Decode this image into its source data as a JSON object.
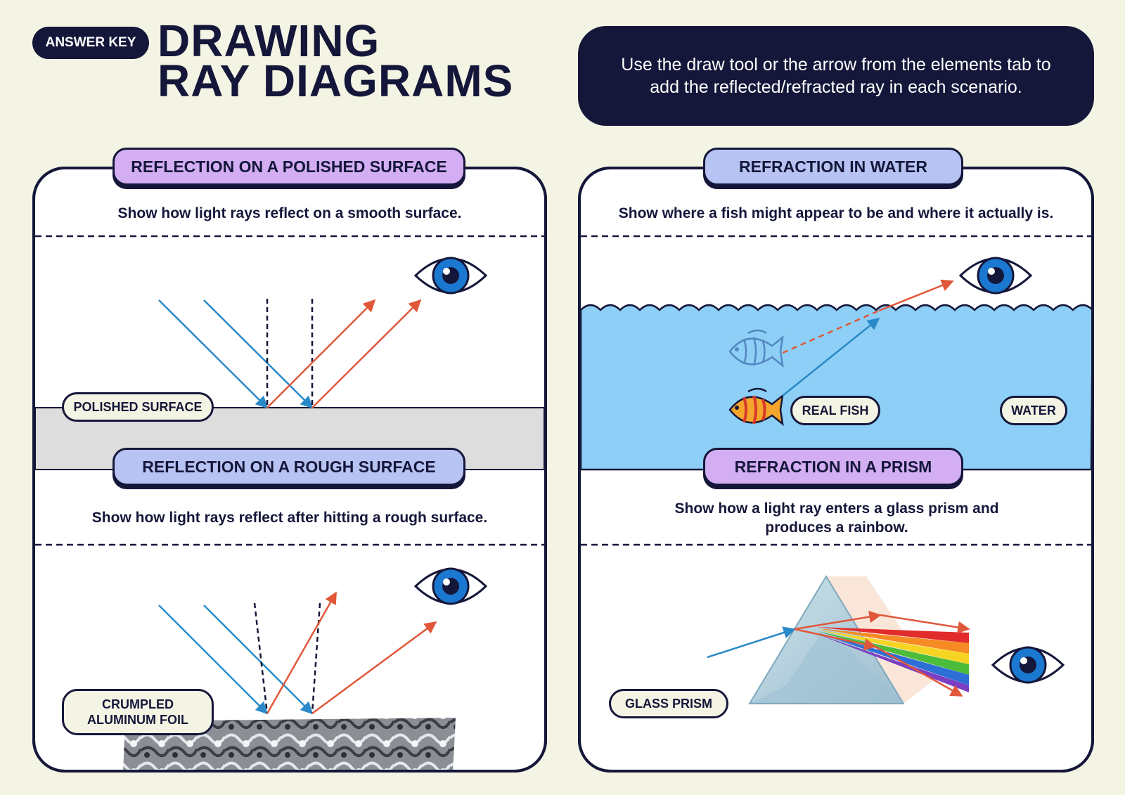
{
  "header": {
    "badge": "ANSWER KEY",
    "title_line1": "DRAWING",
    "title_line2": "RAY DIAGRAMS",
    "instructions": "Use the draw tool or the arrow from the elements tab to add the reflected/refracted ray in each scenario."
  },
  "panels": {
    "polished": {
      "title": "REFLECTION ON A POLISHED SURFACE",
      "description": "Show how light rays reflect on a smooth surface.",
      "label": "POLISHED SURFACE"
    },
    "rough": {
      "title": "REFLECTION ON A ROUGH SURFACE",
      "description": "Show how light rays reflect after hitting a rough surface.",
      "label": "CRUMPLED ALUMINUM FOIL"
    },
    "water": {
      "title": "REFRACTION IN WATER",
      "description": "Show where a fish might appear to be and where it actually is.",
      "label_real": "REAL FISH",
      "label_water": "WATER"
    },
    "prism": {
      "title": "REFRACTION IN A PRISM",
      "description": "Show how a light ray enters a glass prism and produces a rainbow.",
      "label": "GLASS PRISM"
    }
  },
  "colors": {
    "navy": "#15173a",
    "background": "#f4f4e4",
    "incident_ray": "#2a8ac8",
    "reflected_ray": "#e0573a",
    "water": "#8dcff6",
    "surface": "#dddddd",
    "tab_purple": "#d3aef2",
    "tab_blue": "#b7c3f2",
    "eye_iris": "#1b78d0"
  },
  "icons": [
    "eye-icon",
    "fish-icon",
    "prism-icon",
    "foil-texture"
  ]
}
